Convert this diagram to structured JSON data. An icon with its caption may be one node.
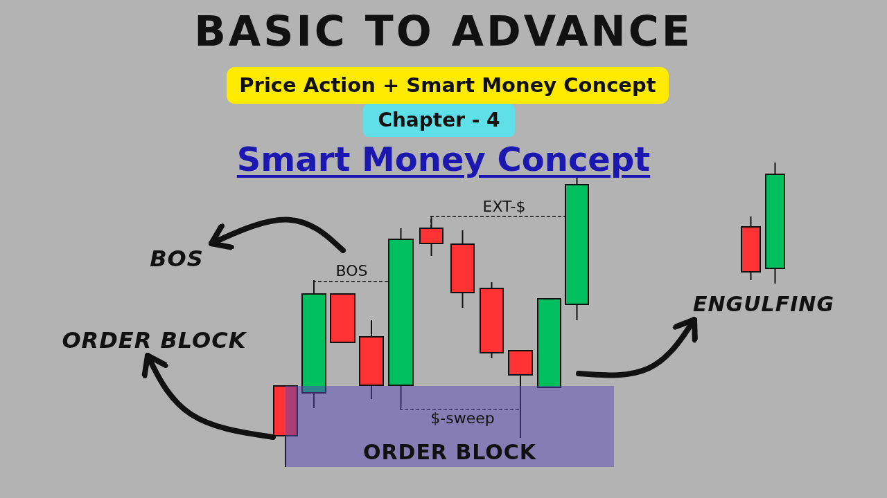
{
  "diagram": {
    "title": "BASIC TO ADVANCE",
    "nodes": [
      {
        "text": [
          "BOS"
        ]
      },
      {
        "text": [
          "ORDER BLOCK"
        ]
      },
      {
        "text": [
          "ENGULFING"
        ]
      },
      {
        "text": [
          "ORDER BLOCK"
        ]
      },
      {
        "text": [],
        "shape": "bar"
      }
    ],
    "edges": [
      {
        "from": null,
        "to": 0,
        "arrow": "to"
      },
      {
        "from": 4,
        "to": 1,
        "arrow": "to"
      },
      {
        "from": null,
        "to": 2,
        "arrow": "to"
      }
    ],
    "labels": [
      "Price Action + Smart Money Concept",
      "Chapter - 4",
      "Smart Money Concept",
      "EXT-$",
      "BOS",
      "$-sweep"
    ]
  }
}
